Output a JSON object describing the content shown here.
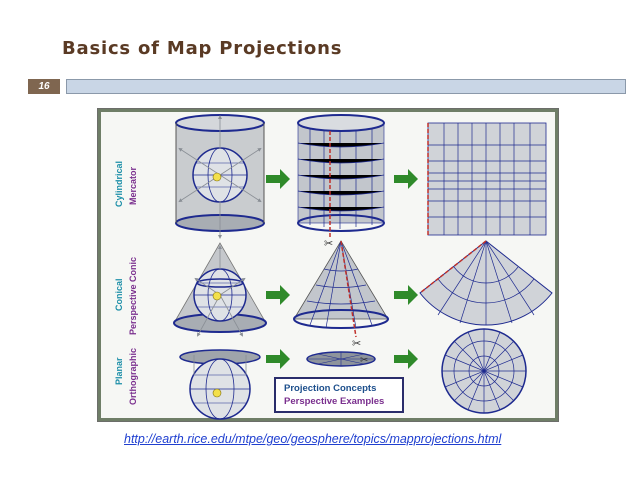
{
  "slide": {
    "title": "Basics of Map Projections",
    "page_number": "16",
    "source_url": "http://earth.rice.edu/mtpe/geo/geosphere/topics/mapprojections.html"
  },
  "figure": {
    "rows": [
      {
        "class_label": "Cylindrical",
        "type_label": "Mercator"
      },
      {
        "class_label": "Conical",
        "type_label": "Perspective Conic"
      },
      {
        "class_label": "Planar",
        "type_label": "Orthographic"
      }
    ],
    "legend_box": {
      "line1": "Projection Concepts",
      "line2": "Perspective Examples"
    }
  },
  "colors": {
    "title": "#5a3a24",
    "header_bar": "#c9d6e6",
    "page_badge": "#7f6650",
    "arrow_green": "#2f8a2a",
    "outline_blue": "#1e2a8f",
    "cut_red": "#c0302a",
    "link": "#1f3fd0"
  },
  "icons": [
    "green-arrow-icon",
    "scissors-icon",
    "light-bulb-icon"
  ]
}
